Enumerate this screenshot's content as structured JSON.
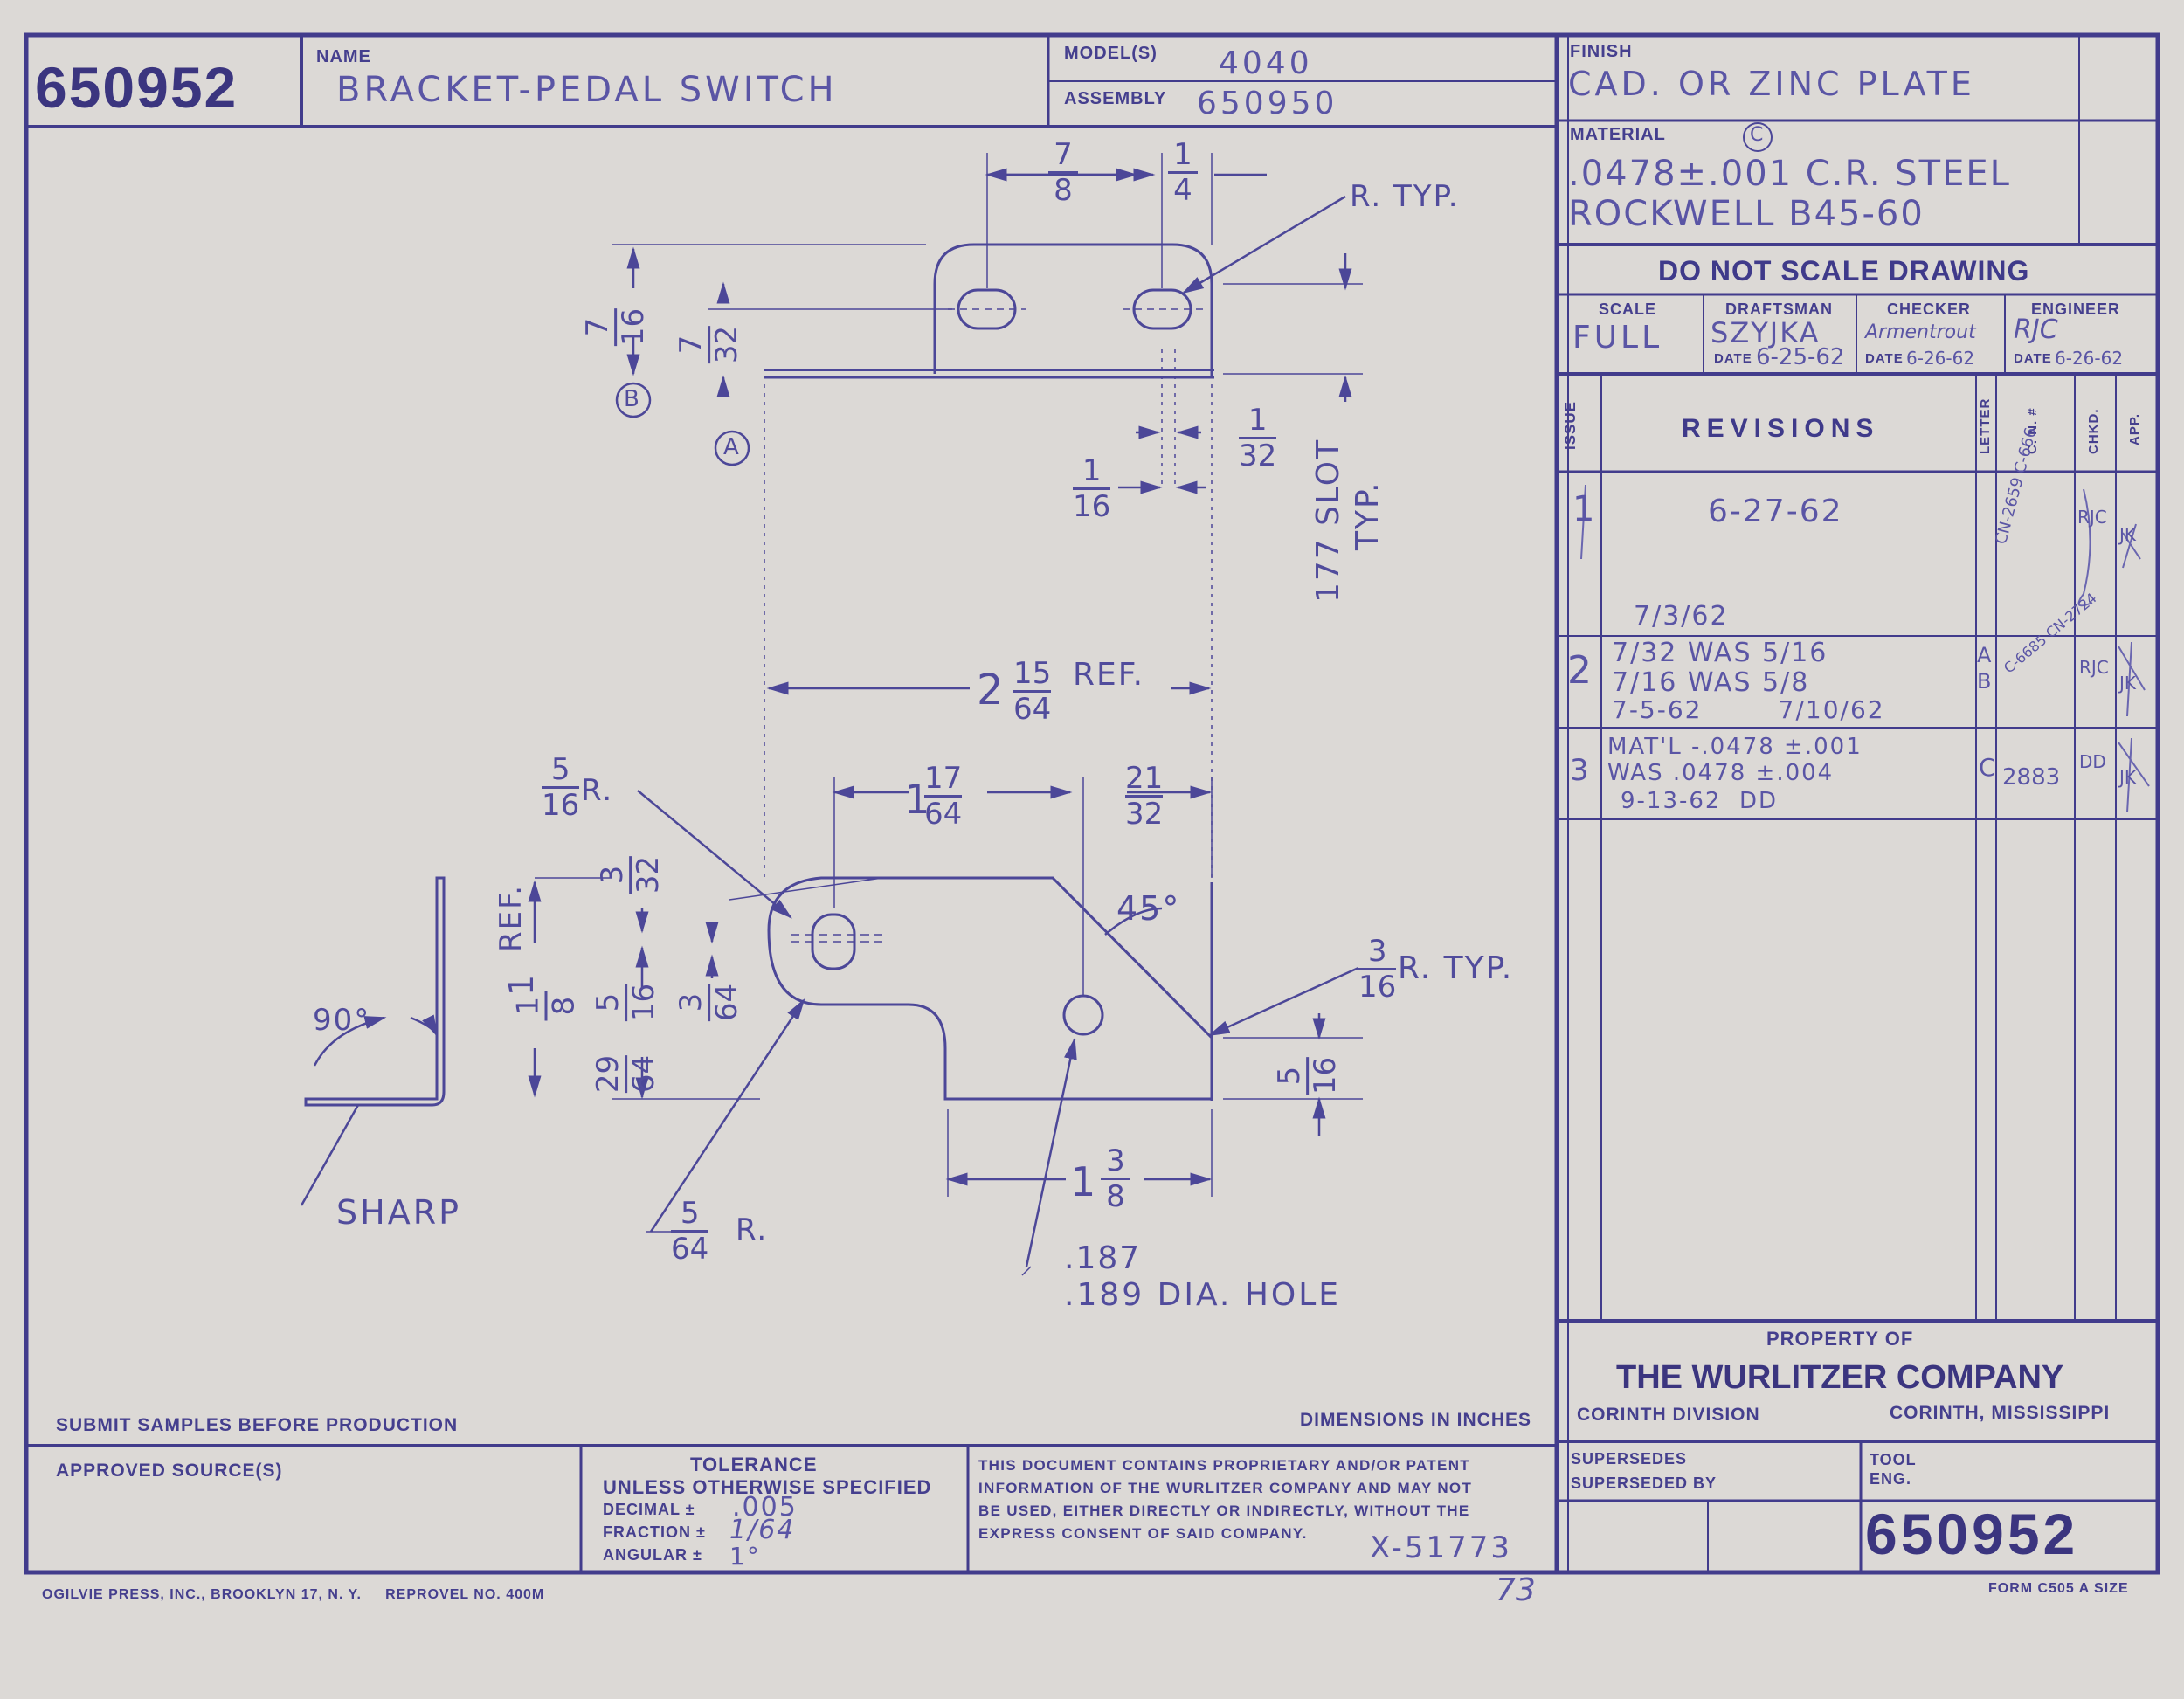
{
  "title_block": {
    "part_number": "650952",
    "name_label": "NAME",
    "name_value": "BRACKET-PEDAL SWITCH",
    "models_label": "MODEL(S)",
    "models_value": "4040",
    "assembly_label": "ASSEMBLY",
    "assembly_value": "650950",
    "finish_label": "FINISH",
    "finish_value": "CAD. OR ZINC PLATE",
    "material_label": "MATERIAL",
    "material_mark": "C",
    "material_line1": ".0478±.001 C.R. STEEL",
    "material_line2": "ROCKWELL B45-60",
    "do_not_scale": "DO NOT SCALE DRAWING",
    "scale_label": "SCALE",
    "scale_value": "FULL",
    "draftsman_label": "DRAFTSMAN",
    "draftsman_value": "SZYJKA",
    "checker_label": "CHECKER",
    "checker_value": "Armentrout",
    "engineer_label": "ENGINEER",
    "engineer_value": "RJC",
    "date_label": "DATE",
    "draftsman_date": "6-25-62",
    "checker_date": "6-26-62",
    "engineer_date": "6-26-62"
  },
  "revisions": {
    "header": "REVISIONS",
    "col_issue": "ISSUE",
    "col_letter": "LETTER",
    "col_cn": "C. N. #",
    "col_chkd": "CHKD.",
    "col_app": "APP.",
    "rows": [
      {
        "issue": "1",
        "text": [
          "6-27-62",
          "",
          "7/3/62"
        ],
        "letter": "",
        "cn": "CN-2659  C-666",
        "chkd": "RJC",
        "app": "JK"
      },
      {
        "issue": "2",
        "text": [
          "7/32 WAS 5/16",
          "7/16 WAS 5/8",
          "7-5-62        7/10/62"
        ],
        "letter": "A B",
        "cn": "C-6685  CN-2724",
        "chkd": "RJC",
        "app": "JK"
      },
      {
        "issue": "3",
        "text": [
          "MAT'L -.0478 ±.001",
          "WAS .0478 ±.004",
          "9-13-62  DD"
        ],
        "letter": "C",
        "cn": "2883",
        "chkd": "DD",
        "app": "JK"
      }
    ]
  },
  "property": {
    "label": "PROPERTY OF",
    "company": "THE WURLITZER COMPANY",
    "division": "CORINTH DIVISION",
    "location": "CORINTH, MISSISSIPPI"
  },
  "notes": {
    "submit_samples": "SUBMIT SAMPLES BEFORE PRODUCTION",
    "dimensions": "DIMENSIONS IN INCHES",
    "approved_sources": "APPROVED SOURCE(S)",
    "tolerance_title": "TOLERANCE",
    "tolerance_sub": "UNLESS OTHERWISE SPECIFIED",
    "decimal_label": "DECIMAL ±",
    "decimal_value": ".005",
    "fraction_label": "FRACTION ±",
    "fraction_value": "1/64",
    "angular_label": "ANGULAR ±",
    "angular_value": "1°",
    "proprietary": [
      "THIS DOCUMENT CONTAINS PROPRIETARY AND/OR PATENT",
      "INFORMATION OF THE WURLITZER COMPANY AND MAY NOT",
      "BE USED, EITHER DIRECTLY OR INDIRECTLY, WITHOUT THE",
      "EXPRESS CONSENT OF SAID COMPANY."
    ],
    "x_number": "X-51773",
    "supersedes": "SUPERSEDES",
    "superseded_by": "SUPERSEDED BY",
    "tool_eng": "TOOL ENG.",
    "bottom_part_number": "650952",
    "printer": "OGILVIE PRESS, INC., BROOKLYN 17, N. Y.     REPROVEL NO. 400M",
    "form": "FORM C505 A SIZE",
    "margin_mark": "73"
  },
  "dimensions": {
    "r_typ_top": "R. TYP.",
    "slot": "177 SLOT",
    "slot_typ": "TYP.",
    "ref_width_whole": "2",
    "ref_width_num": "15",
    "ref_width_den": "64",
    "ref_label": "REF.",
    "r516": "R.",
    "r_typ_bottom": "R. TYP.",
    "angle45": "45°",
    "angle90": "90°",
    "sharp": "SHARP",
    "r564": "R.",
    "hole1": ".187",
    "hole2": ".189 DIA. HOLE",
    "bubble_a": "A",
    "bubble_b": "B",
    "one_one_eighth_whole": "1",
    "one_one_eighth_num": "1",
    "one_one_eighth_den": "8",
    "one_17_whole": "1",
    "one_38_whole": "1",
    "fractions": {
      "f7_8": [
        "7",
        "8"
      ],
      "f1_4": [
        "1",
        "4"
      ],
      "f7_16": [
        "7",
        "16"
      ],
      "f7_32": [
        "7",
        "32"
      ],
      "f1_32": [
        "1",
        "32"
      ],
      "f1_16": [
        "1",
        "16"
      ],
      "f5_16a": [
        "5",
        "16"
      ],
      "f17_64": [
        "17",
        "64"
      ],
      "f21_32": [
        "21",
        "32"
      ],
      "f3_32": [
        "3",
        "32"
      ],
      "f5_16b": [
        "5",
        "16"
      ],
      "f3_64": [
        "3",
        "64"
      ],
      "f29_64": [
        "29",
        "64"
      ],
      "f3_16": [
        "3",
        "16"
      ],
      "f5_16c": [
        "5",
        "16"
      ],
      "f3_8": [
        "3",
        "8"
      ],
      "f5_64": [
        "5",
        "64"
      ]
    }
  }
}
